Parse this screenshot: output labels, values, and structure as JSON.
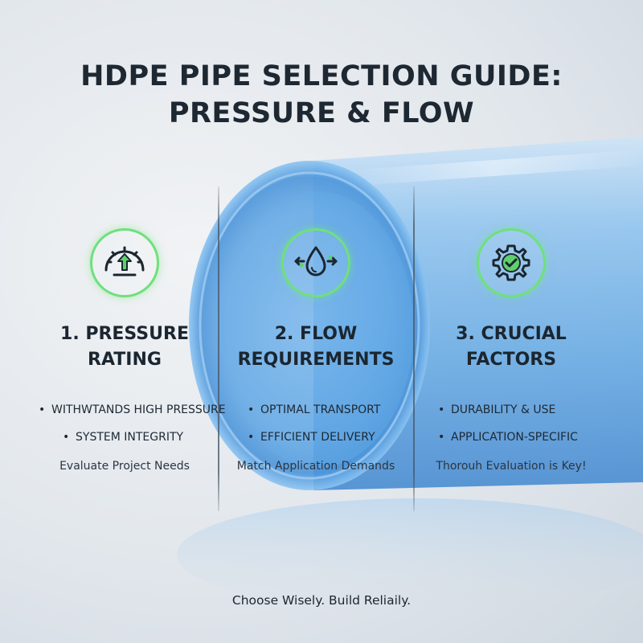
{
  "title": {
    "line1": "HDPE PIPE SELECTION GUIDE:",
    "line2": "PRESSURE & FLOW"
  },
  "columns": [
    {
      "icon": "pressure-gauge-icon",
      "heading_line1": "1. PRESSURE",
      "heading_line2": "RATING",
      "bullets": [
        "WITHWTANDS HIGH PRESSURE",
        "SYSTEM INTEGRITY"
      ],
      "note": "Evaluate Project Needs"
    },
    {
      "icon": "water-drop-flow-icon",
      "heading_line1": "2. FLOW",
      "heading_line2": "REQUIREMENTS",
      "bullets": [
        "OPTIMAL TRANSPORT",
        "EFFICIENT DELIVERY"
      ],
      "note": "Match Application Demands"
    },
    {
      "icon": "gear-check-icon",
      "heading_line1": "3. CRUCIAL",
      "heading_line2": "FACTORS",
      "bullets": [
        "DURABILITY & USE",
        "APPLICATION-SPECIFIC"
      ],
      "note": "Thorouh Evaluation is Key!"
    }
  ],
  "footer": "Choose Wisely. Build Reliaily.",
  "colors": {
    "accent_green": "#6fe07c",
    "pipe_blue": "#5fa8e6",
    "text_dark": "#1e2832"
  }
}
